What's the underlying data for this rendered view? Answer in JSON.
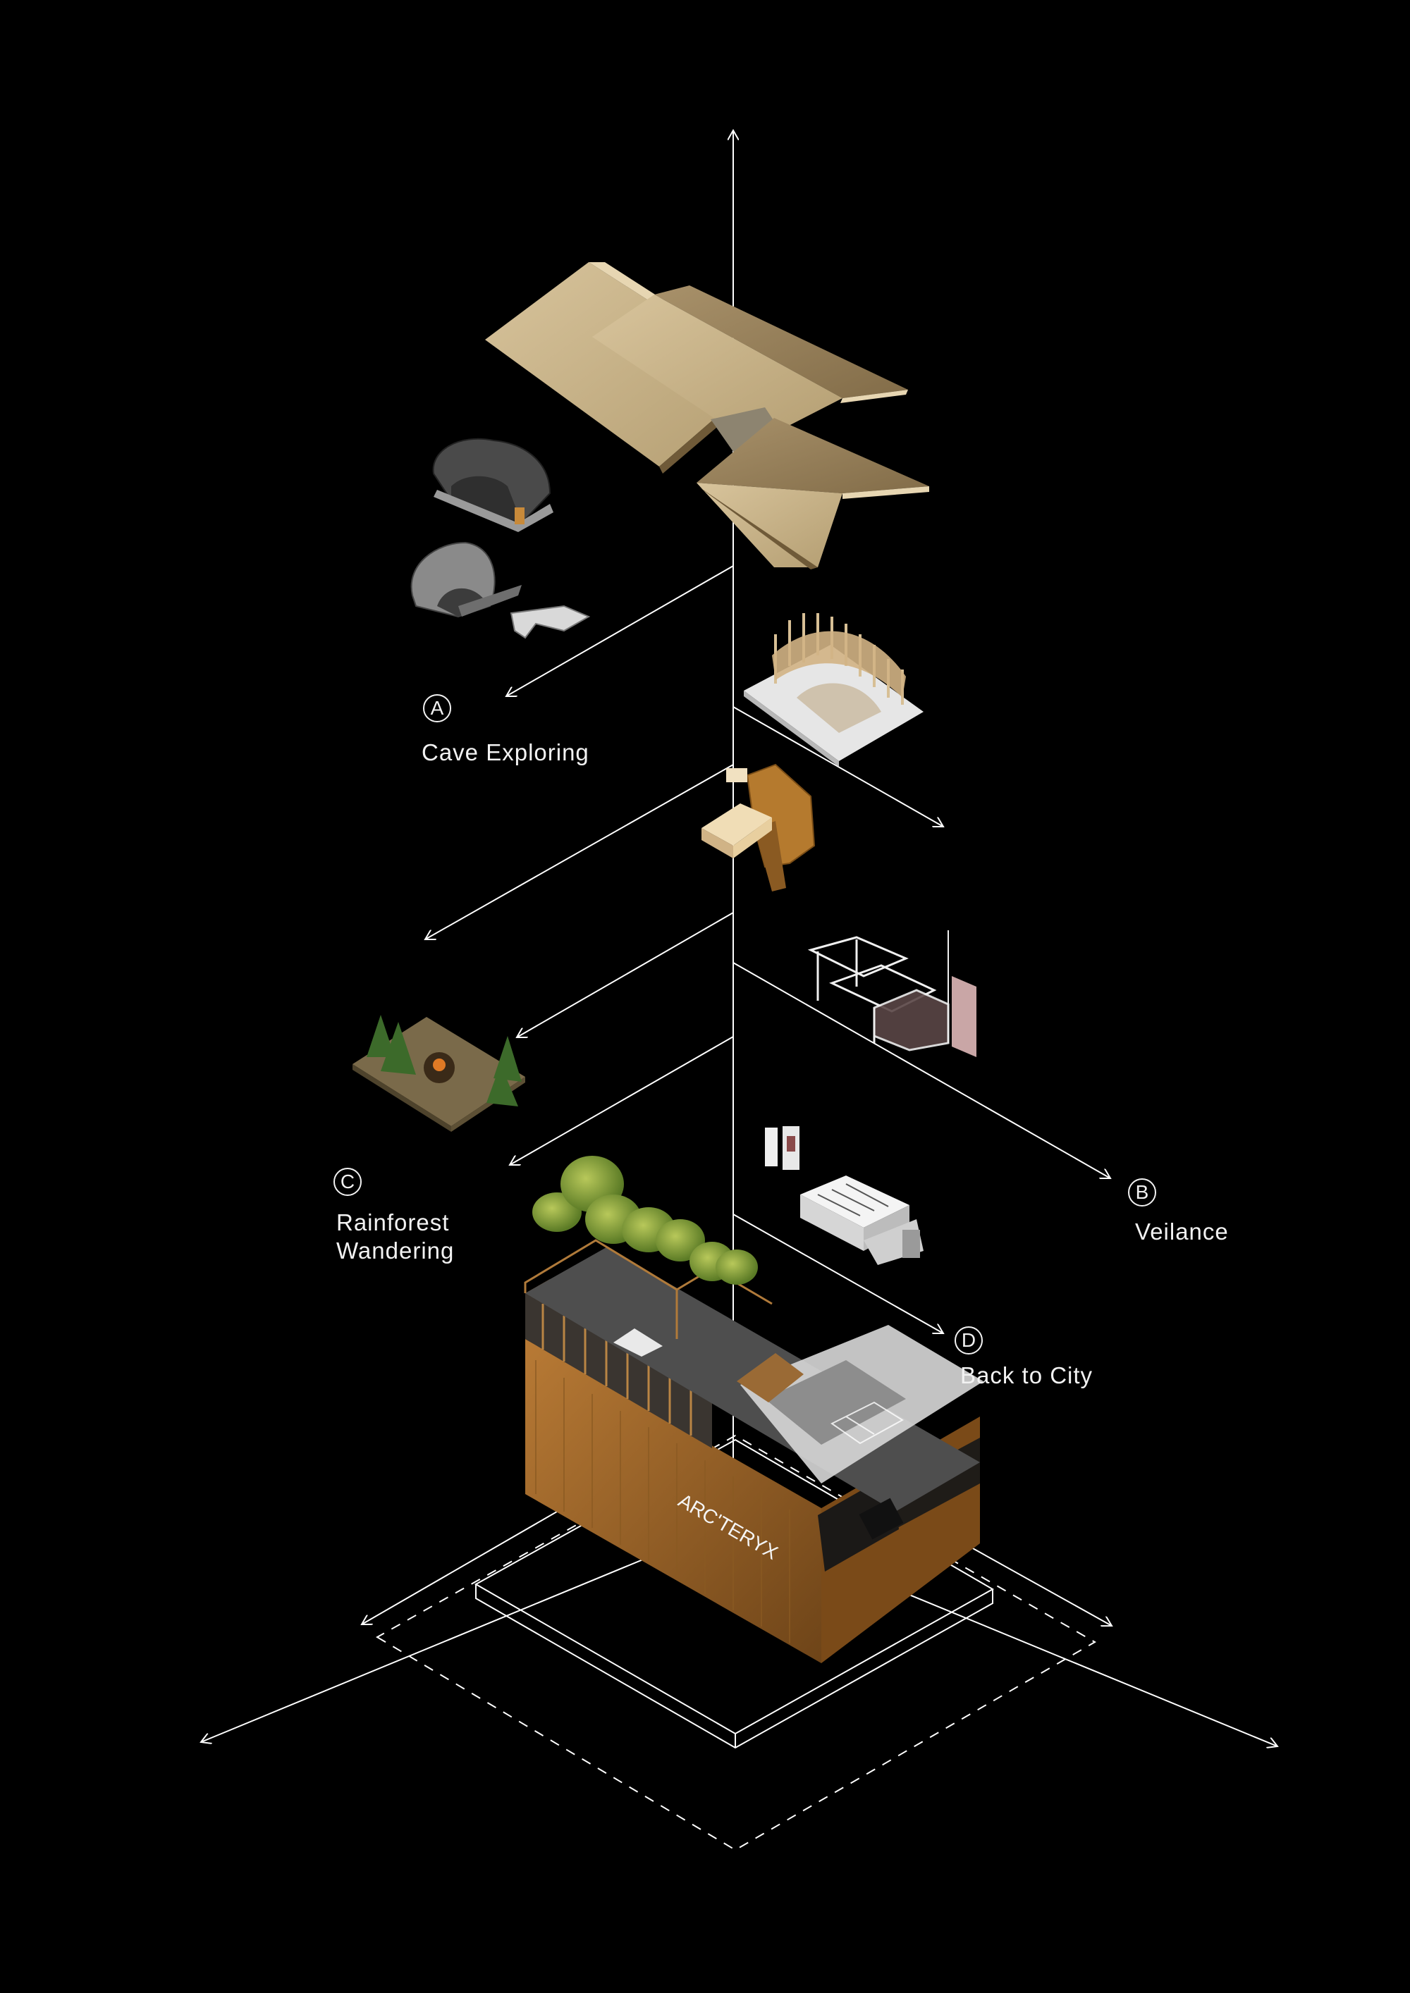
{
  "zones": [
    {
      "letter": "A",
      "label": "Cave Exploring"
    },
    {
      "letter": "B",
      "label": "Veilance"
    },
    {
      "letter": "C",
      "label_line1": "Rainforest",
      "label_line2": "Wandering"
    },
    {
      "letter": "D",
      "label": "Back to City"
    }
  ],
  "brand": {
    "text": "ARC'TERYX"
  },
  "colors": {
    "background": "#000000",
    "lines": "#ffffff",
    "roof_light": "#cdb88f",
    "roof_dark": "#8f7a55",
    "wood": "#9a6428",
    "glass": "#5a5a5a"
  }
}
